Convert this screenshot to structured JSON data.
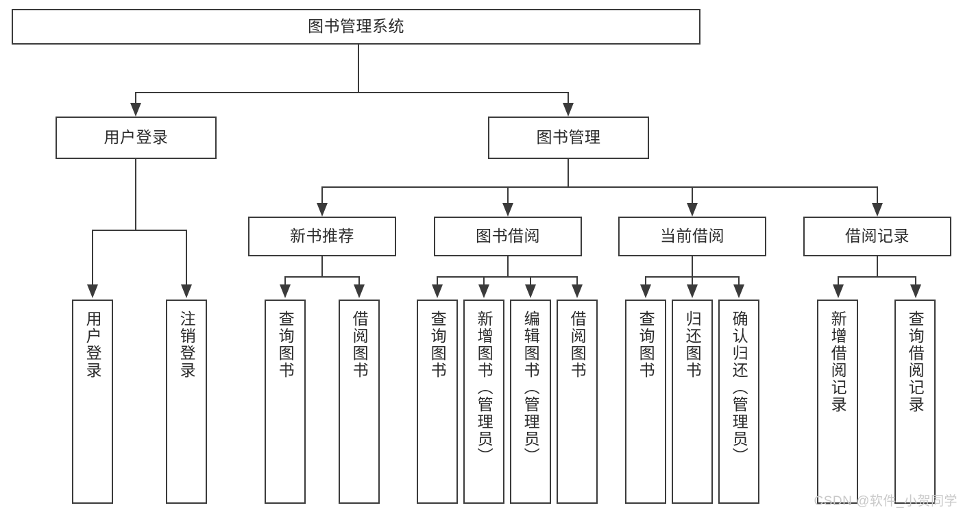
{
  "diagram": {
    "type": "tree",
    "title": "图书管理系统",
    "root": {
      "label": "图书管理系统"
    },
    "level2": [
      {
        "label": "用户登录"
      },
      {
        "label": "图书管理"
      }
    ],
    "level3": [
      {
        "label": "新书推荐"
      },
      {
        "label": "图书借阅"
      },
      {
        "label": "当前借阅"
      },
      {
        "label": "借阅记录"
      }
    ],
    "leaves": {
      "user_login": [
        {
          "label": "用户登录"
        },
        {
          "label": "注销登录"
        }
      ],
      "new_book_recommend": [
        {
          "label": "查询图书"
        },
        {
          "label": "借阅图书"
        }
      ],
      "book_borrow": [
        {
          "label": "查询图书"
        },
        {
          "label": "新增图书（管理员）"
        },
        {
          "label": "编辑图书（管理员）"
        },
        {
          "label": "借阅图书"
        }
      ],
      "current_borrow": [
        {
          "label": "查询图书"
        },
        {
          "label": "归还图书"
        },
        {
          "label": "确认归还（管理员）"
        }
      ],
      "borrow_record": [
        {
          "label": "新增借阅记录"
        },
        {
          "label": "查询借阅记录"
        }
      ]
    }
  },
  "watermark": {
    "text": "CSDN @软件_小贺同学"
  },
  "colors": {
    "stroke": "#3b3b3b",
    "text": "#2b2b2b",
    "background": "#ffffff",
    "watermark": "#c9c9c9"
  }
}
